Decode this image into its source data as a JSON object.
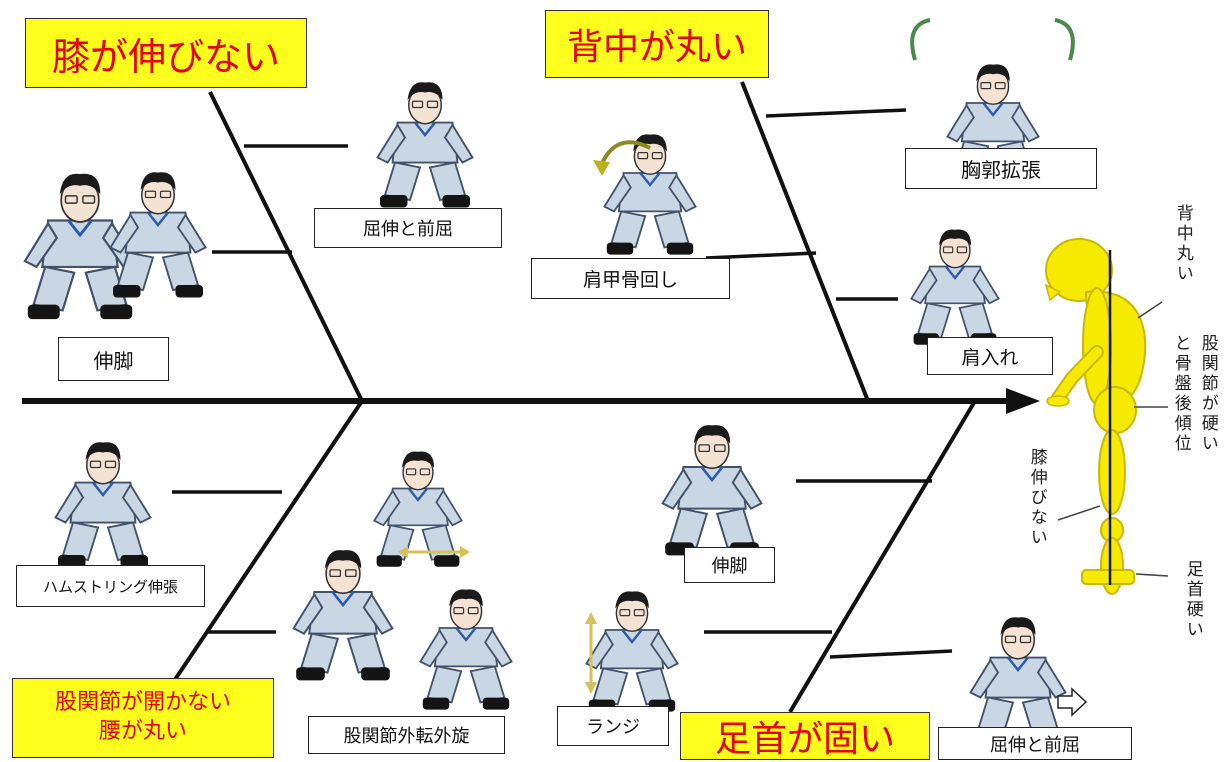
{
  "colors": {
    "heading_bg": "#ffff1e",
    "heading_text": "#e60000",
    "spine": "#111111",
    "figure_fill": "#f6ea00",
    "figure_stroke": "#c9b900",
    "worker_uniform": "#c9d7e4",
    "worker_hair": "#1a1a1a",
    "worker_boots": "#141414"
  },
  "headings": {
    "knee": "膝が伸びない",
    "back": "背中が丸い",
    "hip_line1": "股関節が開かない",
    "hip_line2": "腰が丸い",
    "ankle": "足首が固い"
  },
  "labels": {
    "flex_forward_top": "屈伸と前屈",
    "leg_stretch_left": "伸脚",
    "scapula_rotation": "肩甲骨回し",
    "chest_expansion": "胸郭拡張",
    "shoulder_in": "肩入れ",
    "hamstring": "ハムストリング伸張",
    "hip_rotation": "股関節外転外旋",
    "lunge": "ランジ",
    "leg_stretch_bottom": "伸脚",
    "flex_forward_bottom": "屈伸と前屈"
  },
  "figure_notes": {
    "back_rounded": "背中丸い",
    "hip_col1": "股関節が硬い",
    "hip_col2": "と骨盤後傾位",
    "knee": "膝伸びない",
    "ankle": "足首硬い"
  },
  "icons": {
    "arrow_head": "arrow-right-icon",
    "lunge_arrow": "double-arrow-vertical-icon",
    "hip_arrow": "double-arrow-horizontal-icon",
    "push_arrow": "outline-arrow-right-icon"
  }
}
